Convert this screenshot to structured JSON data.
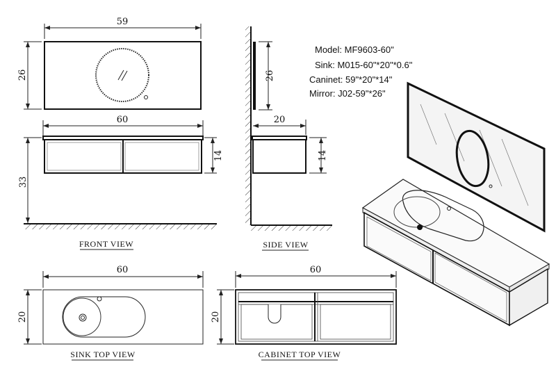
{
  "specs": {
    "model": "Model: MF9603-60\"",
    "sink": "Sink: M015-60\"*20\"*0.6\"",
    "cabinet": "Caninet: 59\"*20\"*14\"",
    "mirror": "Mirror: J02-59\"*26\""
  },
  "mirror_front": {
    "width": "59",
    "height": "26"
  },
  "front_view": {
    "width": "60",
    "cabinet_height": "14",
    "total_height": "33",
    "caption": "FRONT VIEW"
  },
  "side_view": {
    "mirror_height": "26",
    "depth": "20",
    "cabinet_height": "14",
    "caption": "SIDE VIEW"
  },
  "sink_top_view": {
    "width": "60",
    "depth": "20",
    "caption": "SINK TOP VIEW"
  },
  "cabinet_top_view": {
    "width": "60",
    "depth": "20",
    "caption": "CABINET TOP VIEW"
  }
}
